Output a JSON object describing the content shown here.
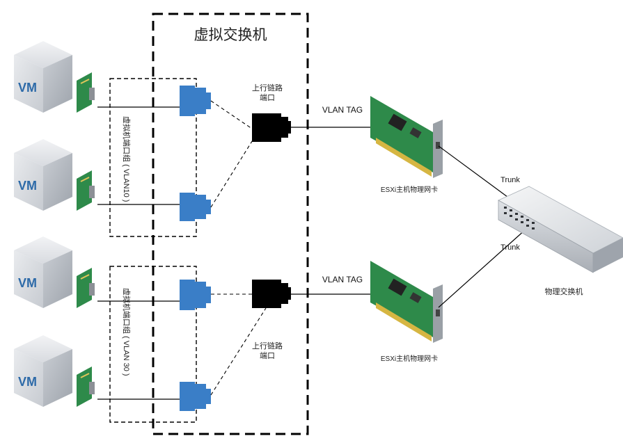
{
  "vswitch": {
    "title": "虚拟交换机"
  },
  "vms": [
    {
      "label": "VM"
    },
    {
      "label": "VM"
    },
    {
      "label": "VM"
    },
    {
      "label": "VM"
    }
  ],
  "port_groups": [
    {
      "name": "虚拟机端口组",
      "vlan": "( VLAN10 )"
    },
    {
      "name": "虚拟机端口组",
      "vlan": "( VLAN 30 )"
    }
  ],
  "uplinks": [
    {
      "line1": "上行链路",
      "line2": "端口"
    },
    {
      "line1": "上行链路",
      "line2": "端口"
    }
  ],
  "vlan_tags": [
    "VLAN TAG",
    "VLAN TAG"
  ],
  "nics": [
    "ESXi主机物理网卡",
    "ESXi主机物理网卡"
  ],
  "trunks": [
    "Trunk",
    "Trunk"
  ],
  "physical_switch": {
    "label": "物理交换机"
  },
  "colors": {
    "port_blue": "#3a7ec7",
    "uplink_black": "#000000",
    "pcb_green": "#2e8a4a"
  }
}
